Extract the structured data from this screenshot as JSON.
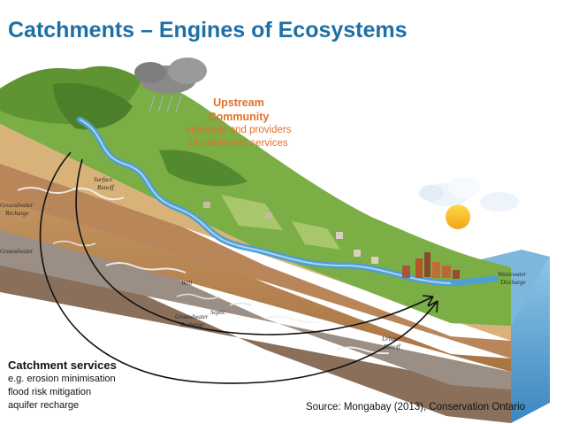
{
  "title": "Catchments – Engines of Ecosystems",
  "upstream": {
    "heading_line1": "Upstream",
    "heading_line2": "Community",
    "sub_line1": "stewards and providers",
    "sub_line2": "of catchment services"
  },
  "services": {
    "heading": "Catchment services",
    "items": [
      "e.g. erosion minimisation",
      "flood risk mitigation",
      "aquifer recharge"
    ]
  },
  "source": "Source: Mongabay (2013),  Conservation Ontario",
  "illustration_labels": {
    "surface_runoff": [
      "Surface",
      "Runoff"
    ],
    "groundwater_recharge": [
      "Groundwater",
      "Recharge"
    ],
    "groundwater": "Groundwater",
    "well": "Well",
    "gw_recharge_mid": [
      "Groundwater",
      "Recharge"
    ],
    "septic": "Septic",
    "wastewater": [
      "Wastewater",
      "Discharge"
    ],
    "urban_runoff": [
      "Urban",
      "Runoff"
    ]
  },
  "colors": {
    "title": "#1f6fa6",
    "accent_text": "#e0712a",
    "water": "#4f9fcf",
    "grass": "#6fa83a"
  }
}
